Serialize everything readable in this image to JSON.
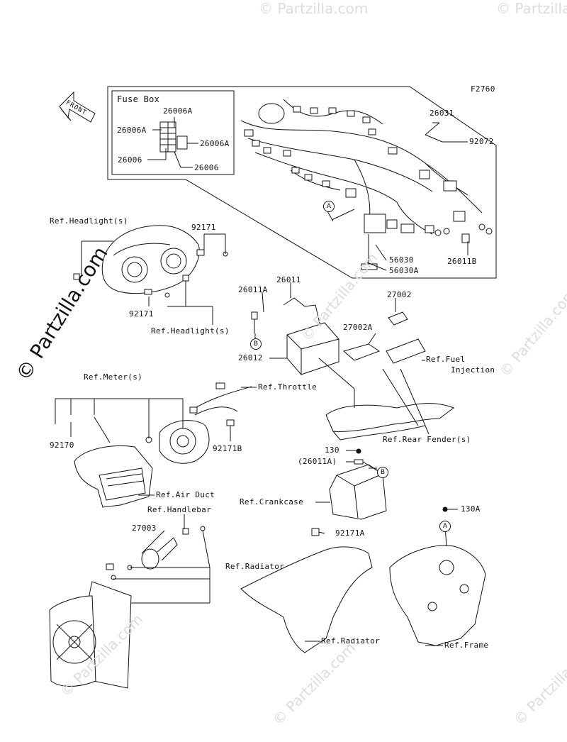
{
  "figure_code": "F2760",
  "direction_label": "FRONT",
  "watermark_main": "© Partzilla.com",
  "watermark_small": "© Partzilla.com",
  "fuse_box": {
    "title": "Fuse Box",
    "labels": [
      "26006A",
      "26006A",
      "26006A",
      "26006",
      "26006"
    ]
  },
  "callouts": {
    "c26031": "26031",
    "c92072": "92072",
    "c56030": "56030",
    "c56030A": "56030A",
    "c26011B": "26011B",
    "ref_headlight_1": "Ref.Headlight(s)",
    "c92171_a": "92171",
    "c92171_b": "92171",
    "ref_headlight_2": "Ref.Headlight(s)",
    "c26011A": "26011A",
    "c26011": "26011",
    "c27002": "27002",
    "c27002A": "27002A",
    "c26012": "26012",
    "ref_fuel_injection_1": "Ref.Fuel",
    "ref_fuel_injection_2": "Injection",
    "ref_meter": "Ref.Meter(s)",
    "ref_throttle": "Ref.Throttle",
    "c92170": "92170",
    "c92171B": "92171B",
    "ref_rear_fender": "Ref.Rear Fender(s)",
    "c130": "130",
    "c26011A_paren": "(26011A)",
    "ref_air_duct": "Ref.Air Duct",
    "ref_crankcase": "Ref.Crankcase",
    "ref_handlebar": "Ref.Handlebar",
    "c130A": "130A",
    "c27003": "27003",
    "c92171A": "92171A",
    "ref_radiator_1": "Ref.Radiator",
    "ref_radiator_2": "Ref.Radiator",
    "ref_frame": "Ref.Frame"
  },
  "markers": {
    "A": "A",
    "B": "B"
  }
}
